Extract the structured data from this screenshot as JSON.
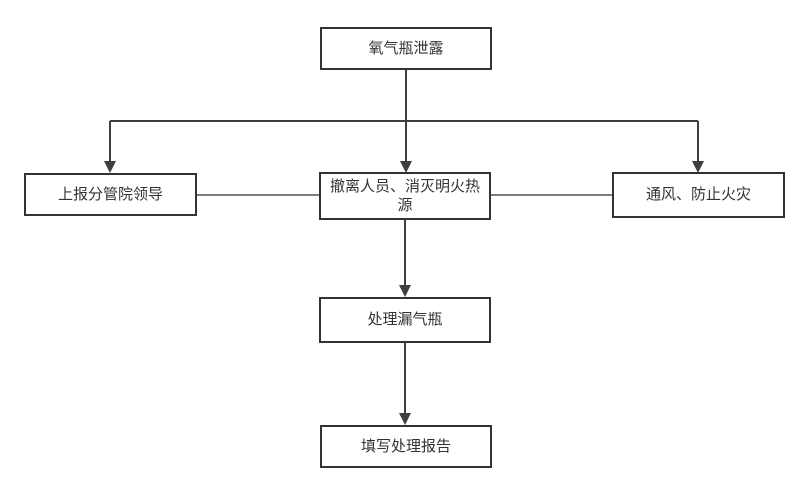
{
  "diagram": {
    "background_color": "#ffffff",
    "node_border_color": "#333333",
    "node_fill_color": "#ffffff",
    "text_color": "#333333",
    "connector_color": "#3f3f3f",
    "side_link_color": "#6b6b6b",
    "nodes": {
      "start": {
        "label": "氧气瓶泄露"
      },
      "report_leader": {
        "label": "上报分管院领导"
      },
      "evacuate": {
        "label": "撤离人员、消灭明火热源"
      },
      "ventilate": {
        "label": "通风、防止火灾"
      },
      "handle_cylinder": {
        "label": "处理漏气瓶"
      },
      "fill_report": {
        "label": "填写处理报告"
      }
    },
    "edges": [
      {
        "from": "start",
        "to": "report_leader",
        "arrow": true
      },
      {
        "from": "start",
        "to": "evacuate",
        "arrow": true
      },
      {
        "from": "start",
        "to": "ventilate",
        "arrow": true
      },
      {
        "from": "report_leader",
        "to": "evacuate",
        "arrow": false
      },
      {
        "from": "evacuate",
        "to": "ventilate",
        "arrow": false
      },
      {
        "from": "evacuate",
        "to": "handle_cylinder",
        "arrow": true
      },
      {
        "from": "handle_cylinder",
        "to": "fill_report",
        "arrow": true
      }
    ]
  }
}
